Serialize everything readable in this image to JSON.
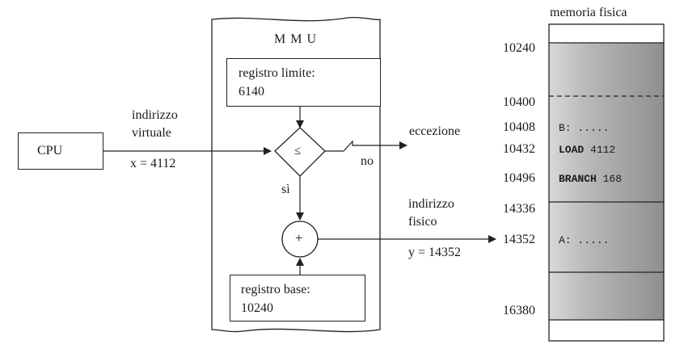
{
  "cpu": {
    "label": "CPU"
  },
  "virtual_address": {
    "label_line1": "indirizzo",
    "label_line2": "virtuale",
    "value": "x = 4112"
  },
  "mmu": {
    "title": "M M U",
    "limit_register": {
      "label": "registro limite:",
      "value": "6140"
    },
    "base_register": {
      "label": "registro base:",
      "value": "10240"
    },
    "compare_symbol": "≤",
    "add_symbol": "+"
  },
  "branches": {
    "no": "no",
    "yes": "sì",
    "exception": "eccezione"
  },
  "physical_address": {
    "label_line1": "indirizzo",
    "label_line2": "fisico",
    "value": "y = 14352"
  },
  "memory": {
    "title": "memoria fisica",
    "addresses": [
      "10240",
      "10400",
      "10408",
      "10432",
      "10496",
      "14336",
      "14352",
      "16380"
    ],
    "cells": [
      {
        "prefix": "B:",
        "suffix": "....."
      },
      {
        "prefix": "LOAD",
        "suffix": "4112"
      },
      {
        "prefix": "BRANCH",
        "suffix": "168"
      },
      {
        "prefix": "A:",
        "suffix": "....."
      }
    ]
  },
  "colors": {
    "stroke": "#222222",
    "memory_fill": "#b4b4b4",
    "memory_edge": "#8c8c8c"
  }
}
